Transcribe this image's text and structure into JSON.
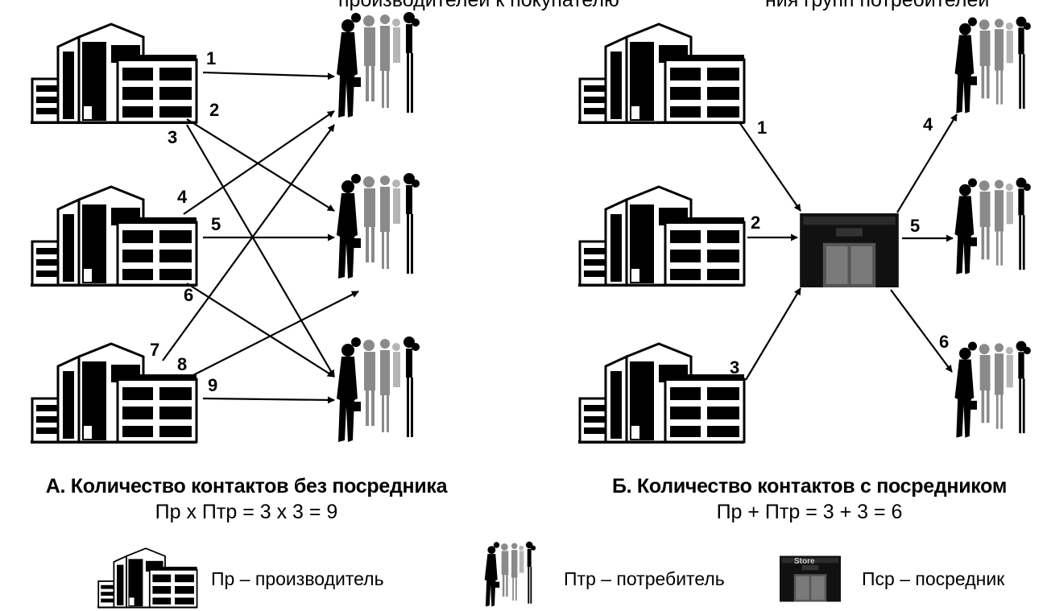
{
  "colors": {
    "ink": "#000000",
    "crowd": "#7a7a7a",
    "background": "#ffffff"
  },
  "top_fragment": {
    "left": "производителей к покупателю",
    "right": "ния групп потребителей"
  },
  "panel_a": {
    "caption": "А. Количество контактов без посредника",
    "formula": "Пр х Птр = 3 х 3 = 9",
    "arrows": [
      {
        "label": "1",
        "from": "producer-1",
        "to": "consumer-1"
      },
      {
        "label": "2",
        "from": "producer-1",
        "to": "consumer-2"
      },
      {
        "label": "3",
        "from": "producer-1",
        "to": "consumer-3"
      },
      {
        "label": "4",
        "from": "producer-2",
        "to": "consumer-1"
      },
      {
        "label": "5",
        "from": "producer-2",
        "to": "consumer-2"
      },
      {
        "label": "6",
        "from": "producer-2",
        "to": "consumer-3"
      },
      {
        "label": "7",
        "from": "producer-3",
        "to": "consumer-1"
      },
      {
        "label": "8",
        "from": "producer-3",
        "to": "consumer-2"
      },
      {
        "label": "9",
        "from": "producer-3",
        "to": "consumer-3"
      }
    ]
  },
  "panel_b": {
    "caption": "Б. Количество контактов с посредником",
    "formula": "Пр + Птр = 3 + 3 = 6",
    "arrows": [
      {
        "label": "1",
        "from": "producer-1",
        "to": "intermediary"
      },
      {
        "label": "2",
        "from": "producer-2",
        "to": "intermediary"
      },
      {
        "label": "3",
        "from": "producer-3",
        "to": "intermediary"
      },
      {
        "label": "4",
        "from": "intermediary",
        "to": "consumer-1"
      },
      {
        "label": "5",
        "from": "intermediary",
        "to": "consumer-2"
      },
      {
        "label": "6",
        "from": "intermediary",
        "to": "consumer-3"
      }
    ]
  },
  "legend": {
    "producer": "Пр – производитель",
    "consumer": "Птр – потребитель",
    "intermediary": "Пср – посредник",
    "store_sign": "Store"
  }
}
